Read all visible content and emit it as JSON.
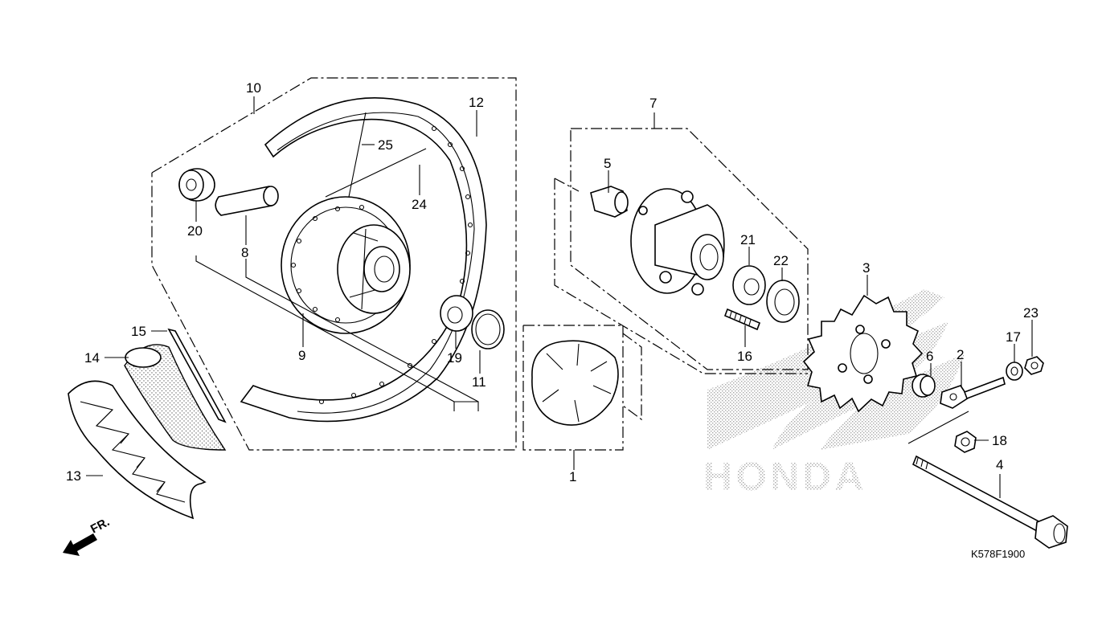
{
  "diagram_code": "K578F1900",
  "direction_label": "FR.",
  "watermark_text": "HONDA",
  "callouts": {
    "c1": "1",
    "c2": "2",
    "c3": "3",
    "c4": "4",
    "c5": "5",
    "c6": "6",
    "c7": "7",
    "c8": "8",
    "c9": "9",
    "c10": "10",
    "c11": "11",
    "c12": "12",
    "c13": "13",
    "c14": "14",
    "c15": "15",
    "c16": "16",
    "c17": "17",
    "c18": "18",
    "c19": "19",
    "c20": "20",
    "c21": "21",
    "c22": "22",
    "c23": "23",
    "c24": "24",
    "c25": "25"
  },
  "colors": {
    "ink": "#000000",
    "watermark": "#bdbdbd",
    "background": "#ffffff"
  }
}
